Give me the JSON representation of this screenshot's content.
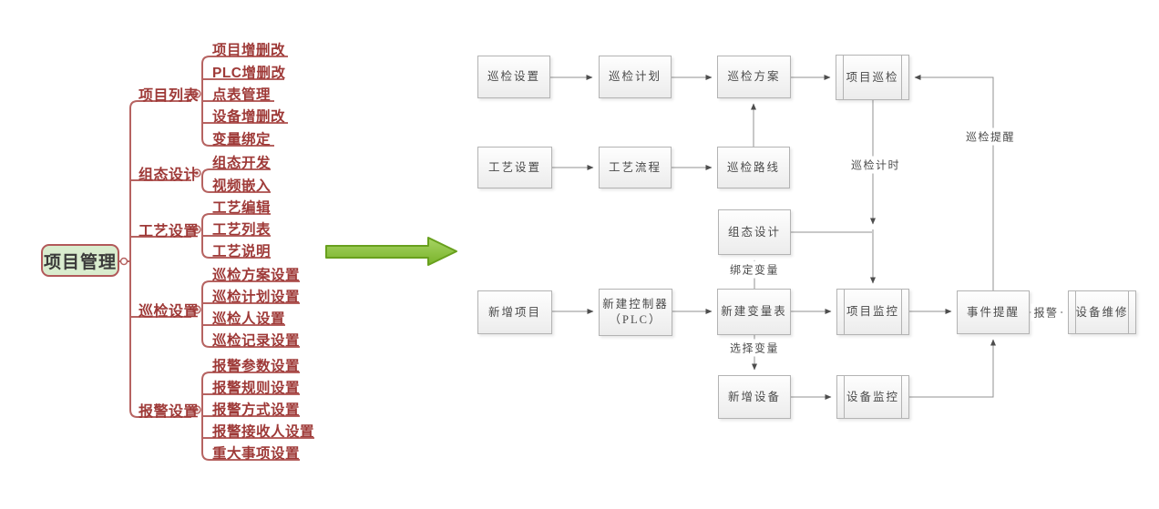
{
  "mindmap": {
    "root": "项目管理",
    "branches": [
      {
        "label": "项目列表",
        "children": [
          "项目增删改",
          "PLC增删改",
          "点表管理",
          "设备增删改",
          "变量绑定"
        ]
      },
      {
        "label": "组态设计",
        "children": [
          "组态开发",
          "视频嵌入"
        ]
      },
      {
        "label": "工艺设置",
        "children": [
          "工艺编辑",
          "工艺列表",
          "工艺说明"
        ]
      },
      {
        "label": "巡检设置",
        "children": [
          "巡检方案设置",
          "巡检计划设置",
          "巡检人设置",
          "巡检记录设置"
        ]
      },
      {
        "label": "报警设置",
        "children": [
          "报警参数设置",
          "报警规则设置",
          "报警方式设置",
          "报警接收人设置",
          "重大事项设置"
        ]
      }
    ],
    "colors": {
      "root_fill": "#d9ecce",
      "root_border": "#b2595a",
      "line": "#b66361",
      "text": "#9e3937"
    }
  },
  "flowchart": {
    "nodes": {
      "inspection_settings": "巡检设置",
      "inspection_plan": "巡检计划",
      "inspection_scheme": "巡检方案",
      "project_inspection": "项目巡检",
      "process_settings": "工艺设置",
      "process_flow": "工艺流程",
      "inspection_route": "巡检路线",
      "configuration_design": "组态设计",
      "new_project": "新增项目",
      "new_controller_line1": "新建控制器",
      "new_controller_line2": "（PLC）",
      "new_variable_table": "新建变量表",
      "project_monitoring": "项目监控",
      "event_reminder": "事件提醒",
      "equipment_maintenance": "设备维修",
      "new_device": "新增设备",
      "device_monitoring": "设备监控"
    },
    "edge_labels": {
      "inspection_timing": "巡检计时",
      "inspection_reminder": "巡检提醒",
      "bind_variables": "绑定变量",
      "select_variables": "选择变量",
      "alarm": "报警"
    },
    "colors": {
      "line": "#919191",
      "arrowhead": "#4d4d4d",
      "box_border": "#b3b3b3",
      "text": "#4a4a4a"
    }
  },
  "transition_arrow_color": "#8dc63f"
}
